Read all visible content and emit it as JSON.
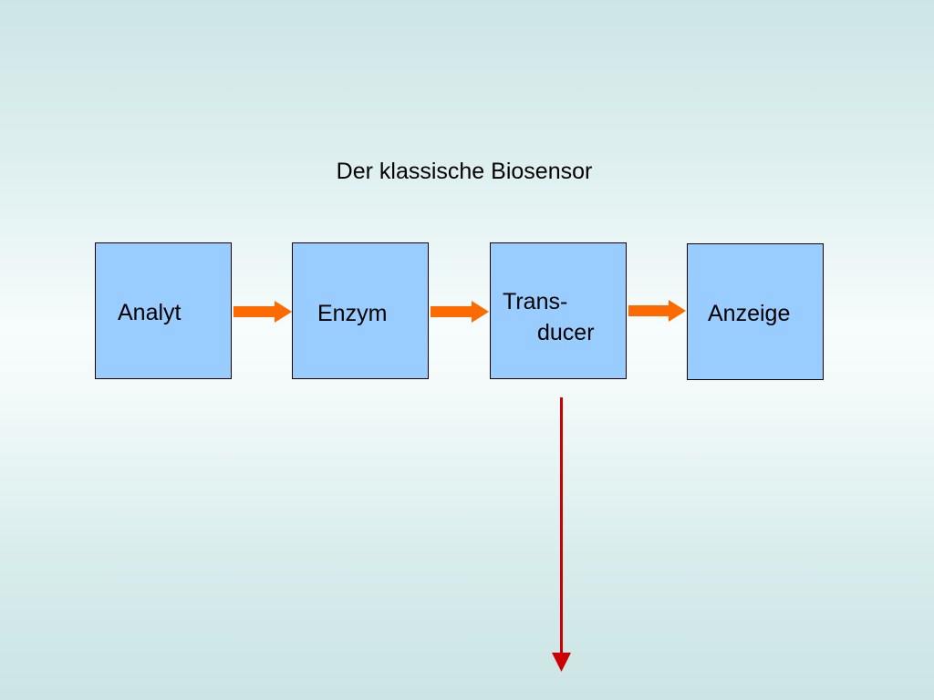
{
  "diagram": {
    "title": "Der klassische Biosensor",
    "boxes": {
      "analyt": "Analyt",
      "enzym": "Enzym",
      "transducer_line1": "Trans-",
      "transducer_line2": "ducer",
      "anzeige": "Anzeige"
    },
    "colors": {
      "box_fill": "#99ccff",
      "flow_arrow": "#ff6a00",
      "output_arrow": "#cc0000"
    }
  }
}
